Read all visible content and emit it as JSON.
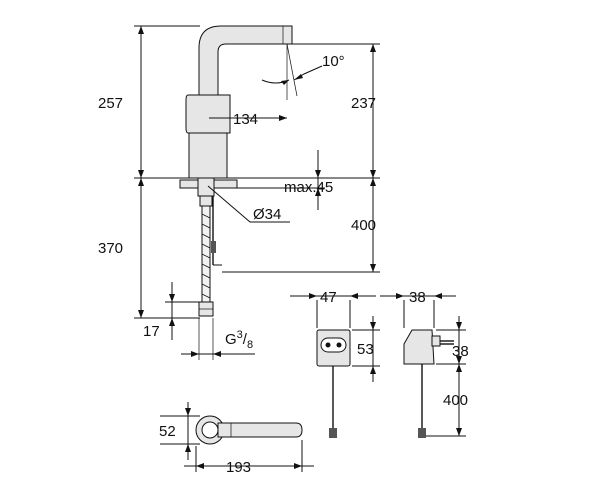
{
  "dimensions": {
    "total_height": "257",
    "reach": "134",
    "spout_height": "237",
    "angle": "10°",
    "max_deck": "max.45",
    "hole_dia": "Ø34",
    "below_deck": "400",
    "hose_length": "370",
    "connector_height": "17",
    "thread_prefix": "G",
    "thread_num": "3",
    "thread_den": "8",
    "box_width": "47",
    "box_height": "53",
    "plug_width": "38",
    "plug_height": "38",
    "cable_length": "400",
    "base_depth": "52",
    "base_length": "193"
  }
}
